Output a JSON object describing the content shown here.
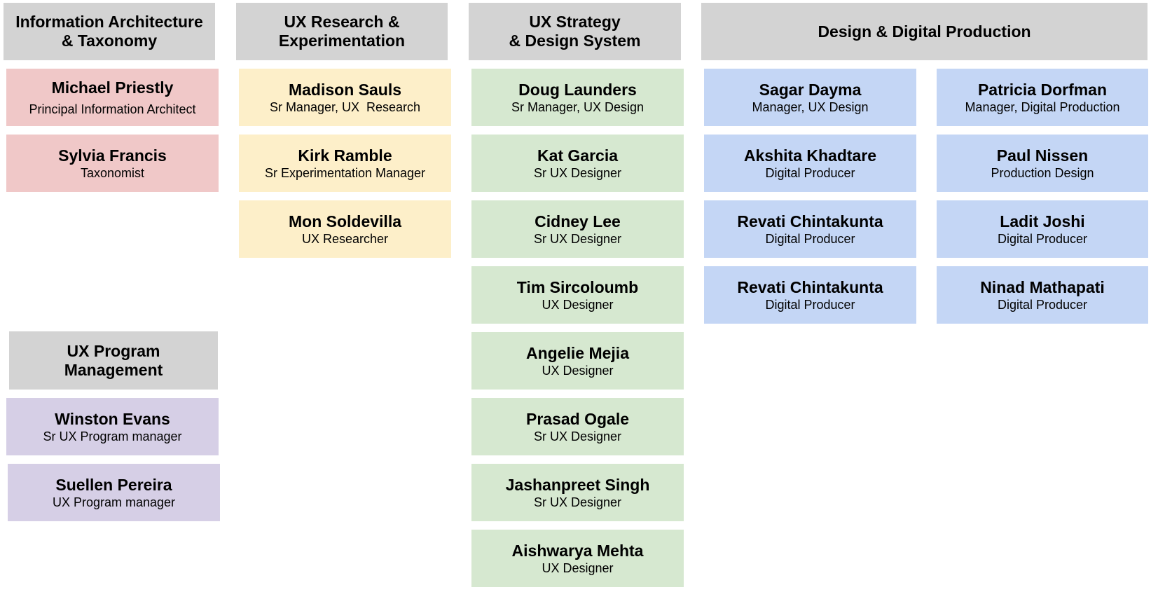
{
  "colors": {
    "header": "#d3d3d3",
    "information_architecture": "#f0c8c8",
    "ux_research": "#fdefc9",
    "ux_strategy": "#d6e8d0",
    "design_production": "#c4d6f5",
    "program_management": "#d6cfe6"
  },
  "teams": {
    "ia": {
      "title": "Information Architecture\n& Taxonomy",
      "members": [
        {
          "name": "Michael Priestly",
          "role": "Principal Information Architect"
        },
        {
          "name": "Sylvia Francis",
          "role": "Taxonomist"
        }
      ]
    },
    "research": {
      "title": "UX Research &\nExperimentation",
      "members": [
        {
          "name": "Madison Sauls",
          "role": "Sr Manager, UX  Research"
        },
        {
          "name": "Kirk Ramble",
          "role": "Sr Experimentation Manager"
        },
        {
          "name": "Mon Soldevilla",
          "role": "UX Researcher"
        }
      ]
    },
    "strategy": {
      "title": "UX Strategy\n& Design System",
      "members": [
        {
          "name": "Doug Launders",
          "role": "Sr Manager, UX Design"
        },
        {
          "name": "Kat Garcia",
          "role": "Sr UX Designer"
        },
        {
          "name": "Cidney Lee",
          "role": "Sr UX Designer"
        },
        {
          "name": "Tim Sircoloumb",
          "role": "UX Designer"
        },
        {
          "name": "Angelie Mejia",
          "role": "UX Designer"
        },
        {
          "name": "Prasad Ogale",
          "role": "Sr UX Designer"
        },
        {
          "name": "Jashanpreet Singh",
          "role": "Sr UX Designer"
        },
        {
          "name": "Aishwarya Mehta",
          "role": "UX Designer"
        }
      ]
    },
    "production": {
      "title": "Design & Digital Production",
      "members_left": [
        {
          "name": "Sagar Dayma",
          "role": "Manager, UX Design"
        },
        {
          "name": "Akshita Khadtare",
          "role": "Digital Producer"
        },
        {
          "name": "Revati Chintakunta",
          "role": "Digital Producer"
        },
        {
          "name": "Revati Chintakunta",
          "role": "Digital Producer"
        }
      ],
      "members_right": [
        {
          "name": "Patricia Dorfman",
          "role": "Manager, Digital Production"
        },
        {
          "name": "Paul Nissen",
          "role": "Production Design"
        },
        {
          "name": "Ladit Joshi",
          "role": "Digital Producer"
        },
        {
          "name": "Ninad Mathapati",
          "role": "Digital Producer"
        }
      ]
    },
    "program": {
      "title": "UX Program\nManagement",
      "members": [
        {
          "name": "Winston Evans",
          "role": "Sr UX Program manager"
        },
        {
          "name": "Suellen Pereira",
          "role": "UX Program manager"
        }
      ]
    }
  }
}
